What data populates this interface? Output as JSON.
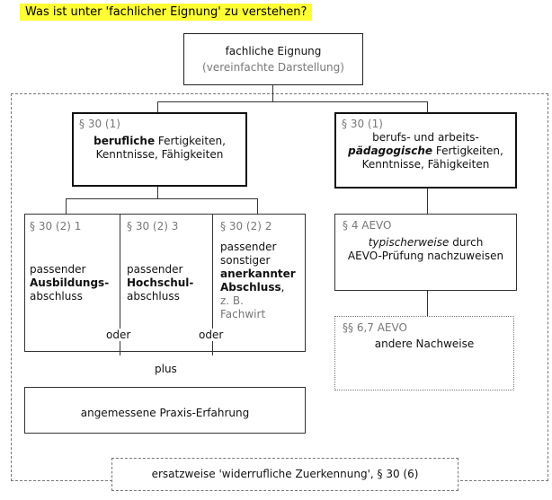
{
  "title": "Was ist unter 'fachlicher Eignung' zu verstehen?",
  "root": {
    "line1": "fachliche Eignung",
    "line2": "(vereinfachte Darstellung)"
  },
  "left_box": {
    "ref": "§ 30 (1)",
    "bold": "berufliche",
    "rest1": " Fertigkeiten,",
    "line2": "Kenntnisse, Fähigkeiten"
  },
  "right_box": {
    "ref": "§ 30 (1)",
    "line1": "berufs- und arbeits-",
    "bold": "pädagogische",
    "rest2": " Fertigkeiten,",
    "line3": "Kenntnisse, Fähigkeiten"
  },
  "sub1": {
    "ref": "§ 30 (2) 1",
    "line1": "passender",
    "bold": "Ausbildungs-",
    "line3": "abschluss"
  },
  "sub2": {
    "ref": "§ 30 (2) 3",
    "line1": "passender",
    "bold": "Hochschul-",
    "line3": "abschluss"
  },
  "sub3": {
    "ref": "§ 30 (2) 2",
    "line1": "passender",
    "line2": "sonstiger",
    "bold1": "anerkannter",
    "bold2": "Abschluss",
    "comma": ",",
    "gray1": "z. B.",
    "gray2": "Fachwirt"
  },
  "oder": "oder",
  "plus": "plus",
  "praxis": "angemessene Praxis-Erfahrung",
  "aevo": {
    "ref": "§ 4 AEVO",
    "italic": "typischerweise",
    "rest1": " durch",
    "line2": "AEVO-Prüfung nachzuweisen"
  },
  "andere": {
    "ref": "§§ 6,7 AEVO",
    "text": "andere Nachweise"
  },
  "ersatz": "ersatzweise 'widerrufliche Zuerkennung', § 30 (6)"
}
